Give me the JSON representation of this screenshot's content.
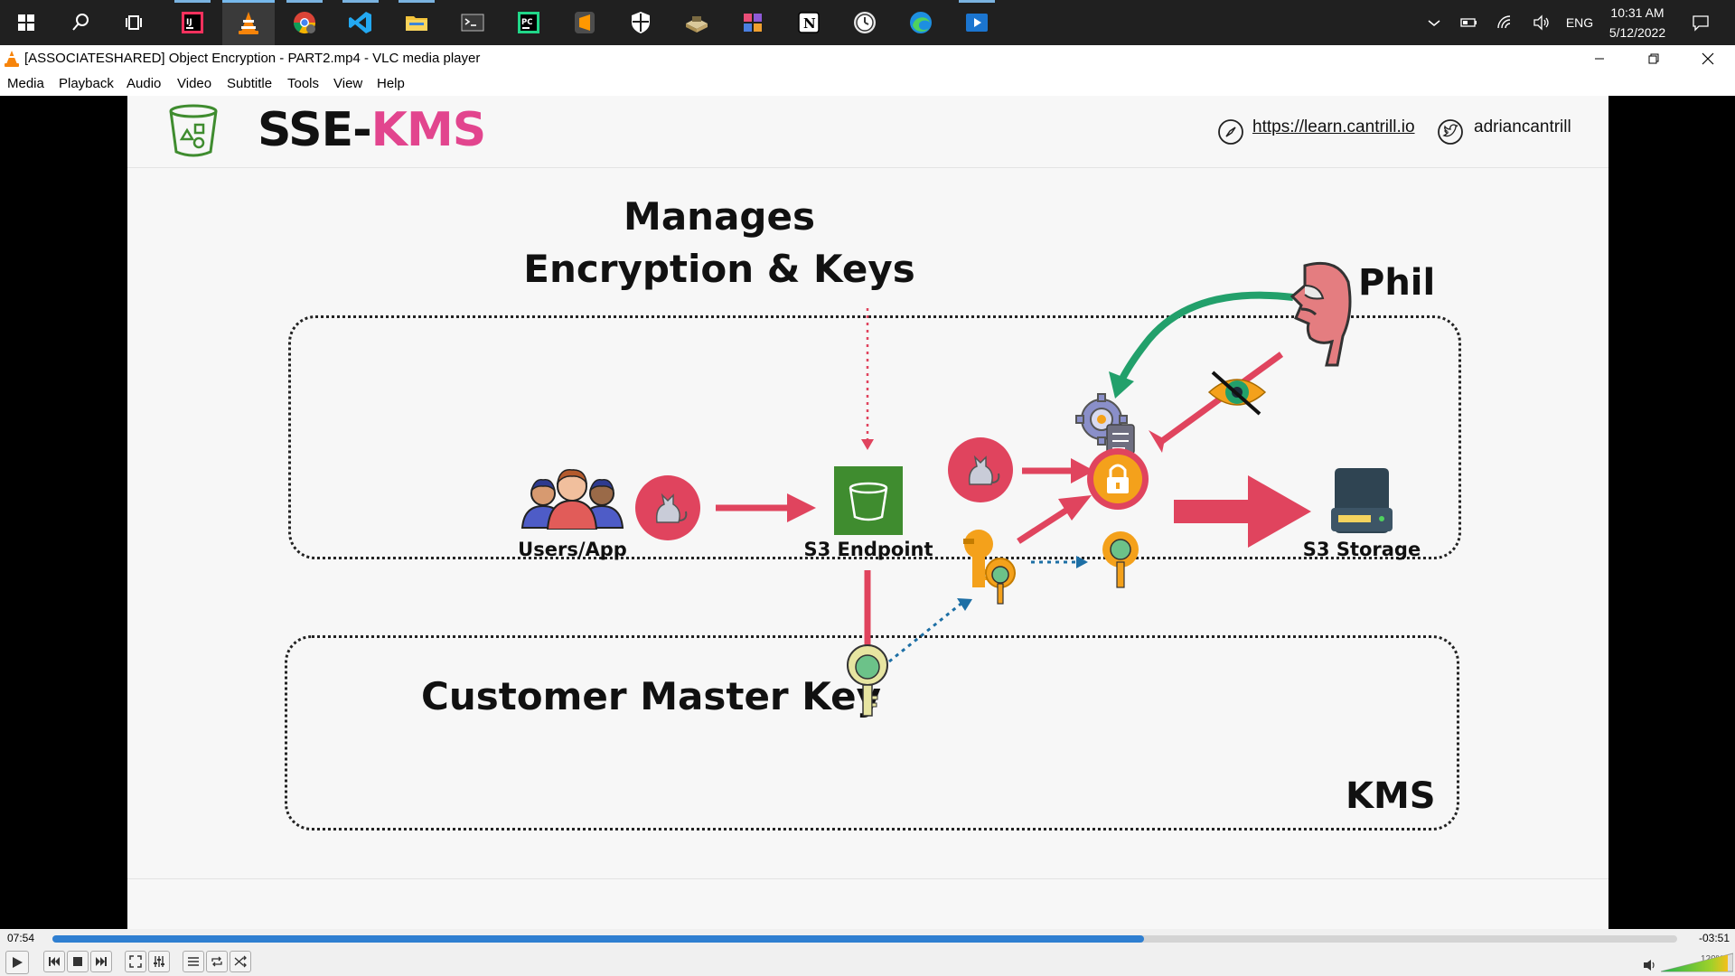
{
  "taskbar": {
    "apps": [
      {
        "name": "windows-start"
      },
      {
        "name": "search"
      },
      {
        "name": "task-view"
      },
      {
        "name": "intellij"
      },
      {
        "name": "vlc",
        "active": true
      },
      {
        "name": "chrome"
      },
      {
        "name": "vscode"
      },
      {
        "name": "file-explorer"
      },
      {
        "name": "terminal"
      },
      {
        "name": "pycharm"
      },
      {
        "name": "sublime-text"
      },
      {
        "name": "security"
      },
      {
        "name": "pamac-installer"
      },
      {
        "name": "app-grid"
      },
      {
        "name": "notion"
      },
      {
        "name": "clock-app"
      },
      {
        "name": "edge"
      },
      {
        "name": "media-player"
      }
    ],
    "language": "ENG",
    "time": "10:31 AM",
    "date": "5/12/2022"
  },
  "window": {
    "title": "[ASSOCIATESHARED] Object Encryption - PART2.mp4 - VLC media player"
  },
  "menu": {
    "items": [
      "Media",
      "Playback",
      "Audio",
      "Video",
      "Subtitle",
      "Tools",
      "View",
      "Help"
    ]
  },
  "slide": {
    "title_part1": "SSE-",
    "title_part2": "KMS",
    "link_url": "https://learn.cantrill.io",
    "link_twitter": "adriancantrill",
    "manages_line1": "Manages",
    "manages_line2": "Encryption & Keys",
    "phil": "Phil",
    "users_app": "Users/App",
    "s3_endpoint": "S3 Endpoint",
    "s3_storage": "S3 Storage",
    "customer_master_key": "Customer Master Key",
    "kms": "KMS",
    "colors": {
      "accent": "#e2458e",
      "red": "#e0445e",
      "green": "#22a06b",
      "orange": "#f4a11b",
      "bucket_green": "#3f8c2f"
    }
  },
  "player": {
    "elapsed": "07:54",
    "remaining": "-03:51",
    "progress": 0.672,
    "volume": "120%"
  }
}
